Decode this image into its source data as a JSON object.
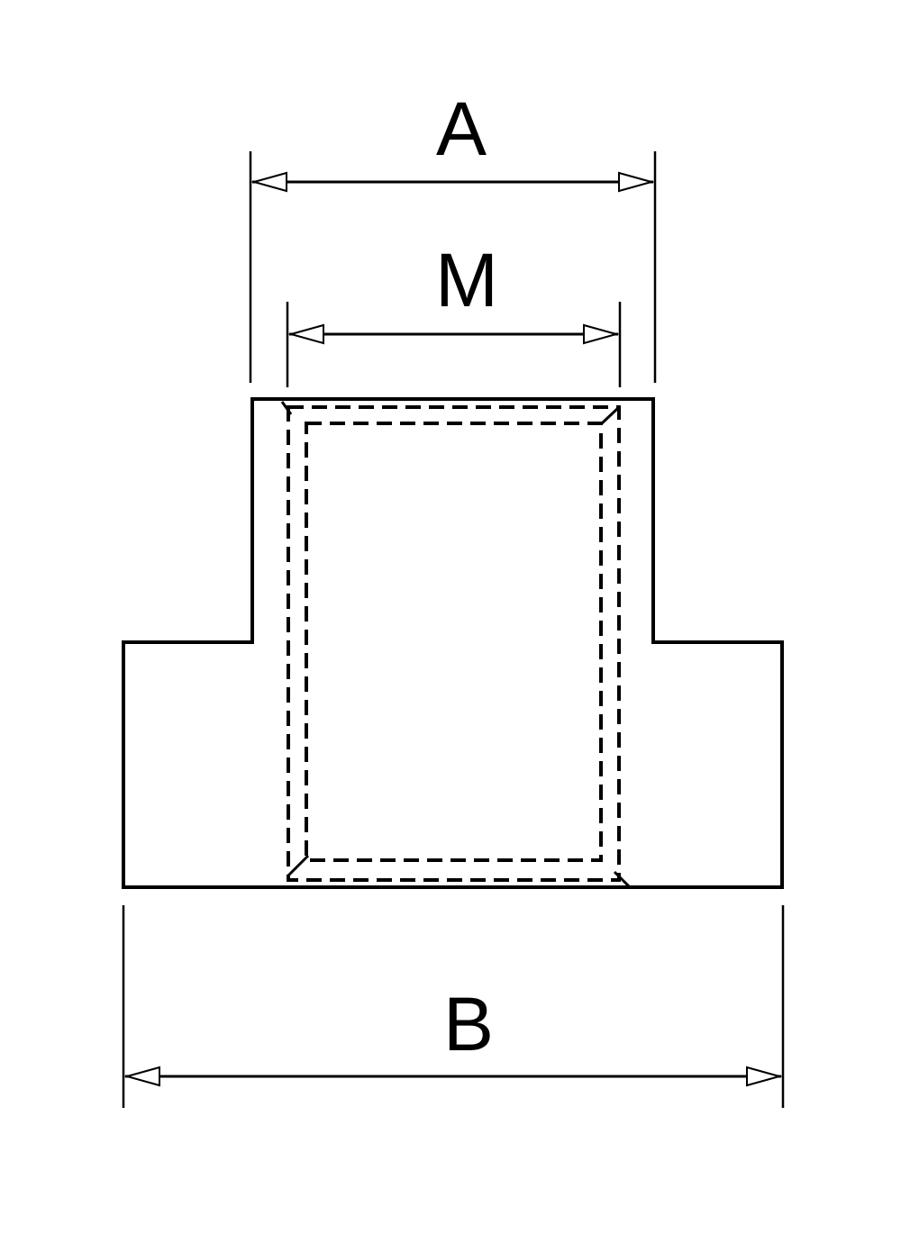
{
  "dimensions": {
    "a_label": "A",
    "m_label": "M",
    "b_label": "B"
  },
  "colors": {
    "line": "#000000",
    "background": "#ffffff"
  }
}
